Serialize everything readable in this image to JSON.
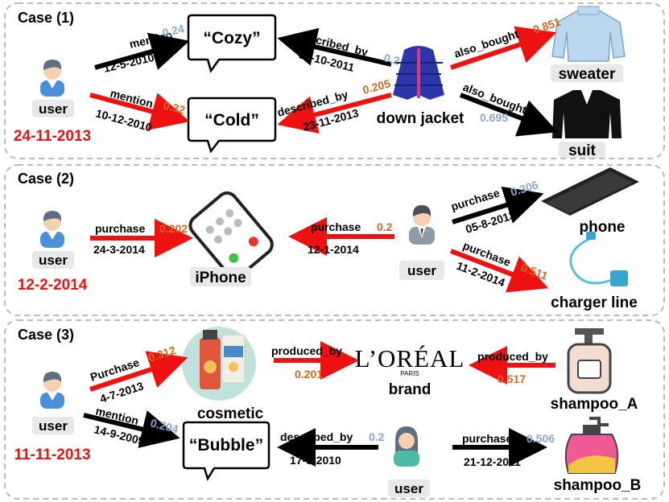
{
  "colors": {
    "red": "#ee1111",
    "black": "#000000",
    "blue_weight": "#8aa6d6",
    "orange_weight": "#d2691e",
    "date_red": "#ee1111",
    "panel_border": "#bbbbbb",
    "label_bg": "#e8e8e8"
  },
  "case1": {
    "title": "Case (1)",
    "user_label": "user",
    "date": "24-11-2013",
    "word_cozy": "“Cozy”",
    "word_cold": "“Cold”",
    "item_jacket": "down jacket",
    "item_sweater": "sweater",
    "item_suit": "suit",
    "edges": {
      "mention1": {
        "rel": "mention",
        "weight": "0.24",
        "date": "12-5-2010"
      },
      "mention2": {
        "rel": "mention",
        "weight": "0.32",
        "date": "10-12-2010"
      },
      "desc1": {
        "rel": "described_by",
        "weight": "0.2",
        "date": "07-10-2011"
      },
      "desc2": {
        "rel": "described_by",
        "weight": "0.205",
        "date": "23-11-2013"
      },
      "also1": {
        "rel": "also_bought",
        "weight": "0.851"
      },
      "also2": {
        "rel": "also_bought",
        "weight": "0.695"
      }
    }
  },
  "case2": {
    "title": "Case (2)",
    "user_label": "user",
    "date": "12-2-2014",
    "item_iphone": "iPhone",
    "user2_label": "user",
    "item_phone": "phone",
    "item_charger": "charger line",
    "edges": {
      "p1": {
        "rel": "purchase",
        "weight": "0.202",
        "date": "24-3-2014"
      },
      "p2": {
        "rel": "purchase",
        "weight": "0.2",
        "date": "12-1-2014"
      },
      "p3": {
        "rel": "purchase",
        "weight": "0.306",
        "date": "05-8-2013"
      },
      "p4": {
        "rel": "purchase",
        "weight": "0.511",
        "date": "11-2-2014"
      }
    }
  },
  "case3": {
    "title": "Case (3)",
    "user_label": "user",
    "date": "11-11-2013",
    "item_cosmetic": "cosmetic",
    "brand_logo": "L’ORÉAL",
    "brand_sub": "PARIS",
    "brand_label": "brand",
    "item_shampoo_a": "shampoo_A",
    "word_bubble": "“Bubble”",
    "user2_label": "user",
    "item_shampoo_b": "shampoo_B",
    "edges": {
      "purchase1": {
        "rel": "Purchase",
        "weight": "0.312",
        "date": "4-7-2013"
      },
      "mention": {
        "rel": "mention",
        "weight": "0.204",
        "date": "14-9-2009"
      },
      "prod1": {
        "rel": "produced_by",
        "weight": "0.201"
      },
      "prod2": {
        "rel": "produced_by",
        "weight": "0.517"
      },
      "desc": {
        "rel": "described_by",
        "weight": "0.2",
        "date": "17-5-2010"
      },
      "purchase2": {
        "rel": "purchase",
        "weight": "0.506",
        "date": "21-12-2011"
      }
    }
  }
}
